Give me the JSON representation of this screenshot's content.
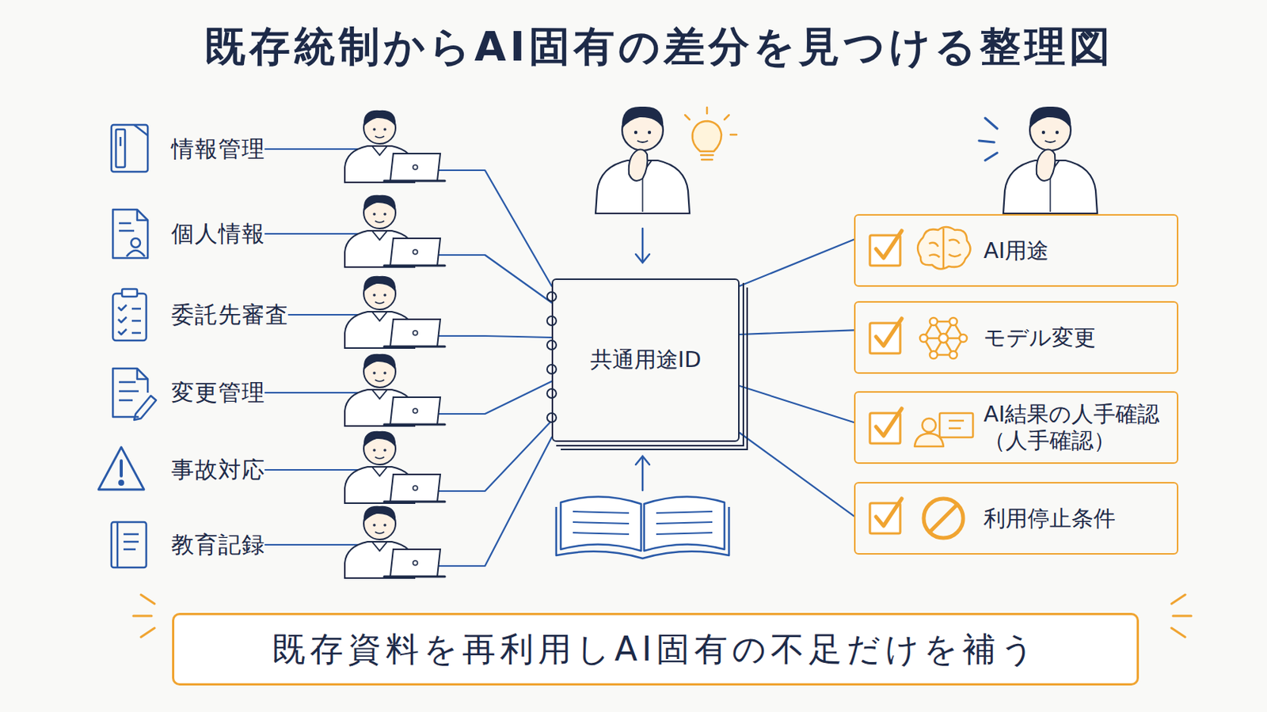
{
  "diagram": {
    "title": "既存統制からAI固有の差分を見つける整理図",
    "caption": "既存資料を再利用しAI固有の不足だけを補う",
    "nodes": [
      {
        "text": [
          "情報管理"
        ]
      },
      {
        "text": [
          "個人情報"
        ]
      },
      {
        "text": [
          "委託先審査"
        ]
      },
      {
        "text": [
          "変更管理"
        ]
      },
      {
        "text": [
          "事故対応"
        ]
      },
      {
        "text": [
          "教育記録"
        ]
      },
      {
        "text": [
          "共通用途ID"
        ]
      },
      {
        "text": [
          "AI用途"
        ]
      },
      {
        "text": [
          "モデル変更"
        ]
      },
      {
        "text": [
          "AI結果の人手確認 （人手確認）"
        ]
      },
      {
        "text": [
          "利用停止条件"
        ]
      }
    ],
    "edges": [
      {
        "from": 0,
        "to": 6,
        "arrow": "none"
      },
      {
        "from": 1,
        "to": 6,
        "arrow": "none"
      },
      {
        "from": 2,
        "to": 6,
        "arrow": "none"
      },
      {
        "from": 3,
        "to": 6,
        "arrow": "none"
      },
      {
        "from": 4,
        "to": 6,
        "arrow": "none"
      },
      {
        "from": 5,
        "to": 6,
        "arrow": "none"
      },
      {
        "from": 6,
        "to": 7,
        "arrow": "none"
      },
      {
        "from": 6,
        "to": 8,
        "arrow": "none"
      },
      {
        "from": 6,
        "to": 9,
        "arrow": "none"
      },
      {
        "from": 6,
        "to": 10,
        "arrow": "none"
      }
    ]
  }
}
